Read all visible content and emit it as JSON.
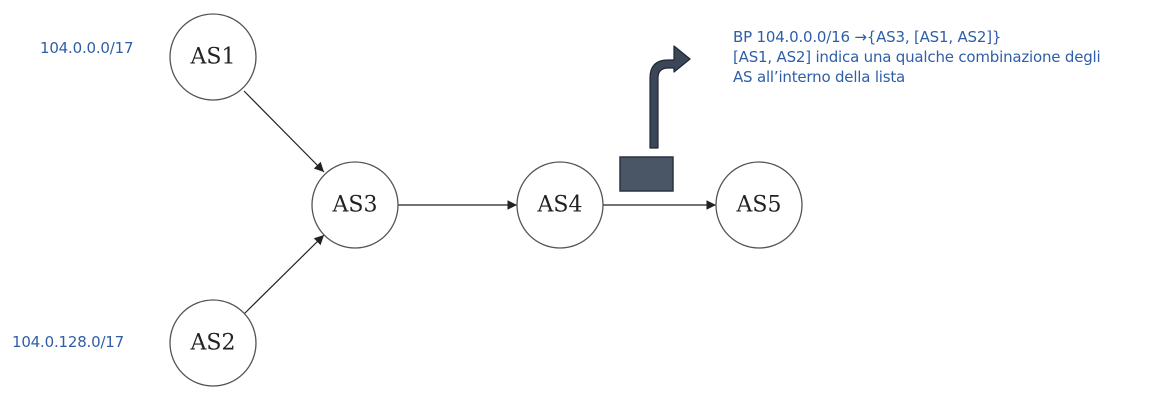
{
  "colors": {
    "text_accent": "#2f5ea8",
    "node_stroke": "#555555",
    "edge": "#222222",
    "packet_fill": "#4a5566",
    "arrow_fill": "#3b4658"
  },
  "diagram": {
    "nodes": [
      {
        "id": "AS1",
        "label": "AS1"
      },
      {
        "id": "AS2",
        "label": "AS2"
      },
      {
        "id": "AS3",
        "label": "AS3"
      },
      {
        "id": "AS4",
        "label": "AS4"
      },
      {
        "id": "AS5",
        "label": "AS5"
      }
    ],
    "edges": [
      {
        "from": "AS1",
        "to": "AS3"
      },
      {
        "from": "AS2",
        "to": "AS3"
      },
      {
        "from": "AS3",
        "to": "AS4"
      },
      {
        "from": "AS4",
        "to": "AS5"
      }
    ],
    "prefixes": {
      "as1": "104.0.0.0/17",
      "as2": "104.0.128.0/17"
    },
    "note": {
      "line1": "BP 104.0.0.0/16 →{AS3, [AS1, AS2]}",
      "line2": "[AS1, AS2] indica una qualche combinazione degli",
      "line3": "AS all’interno della lista"
    },
    "icons": {
      "packet": "packet-icon",
      "announce_arrow": "bent-arrow-icon"
    }
  }
}
